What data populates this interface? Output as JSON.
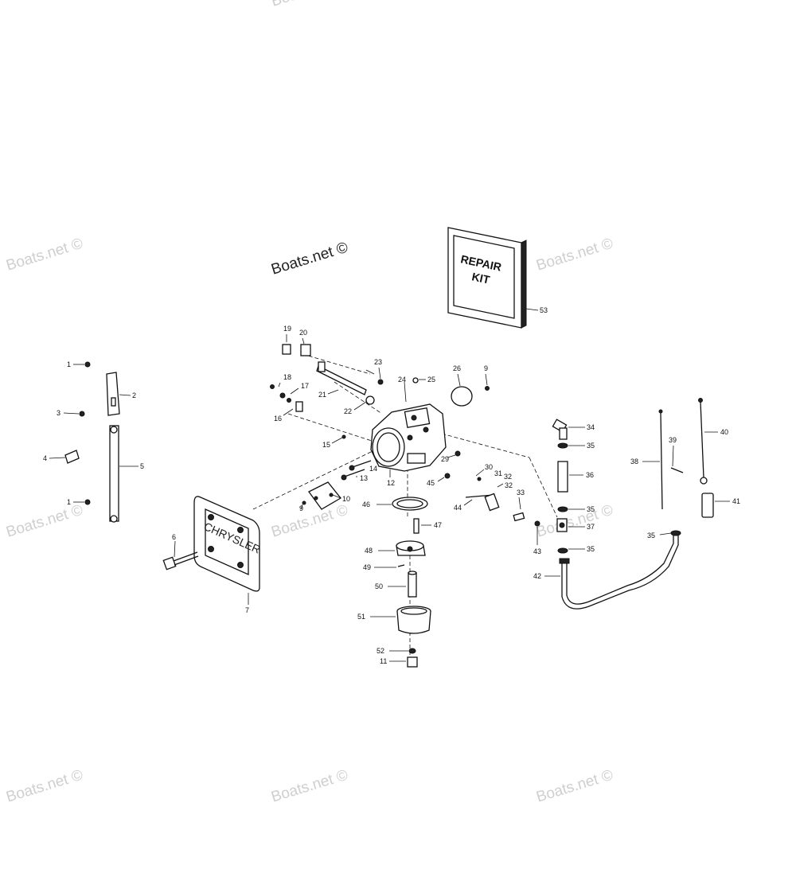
{
  "watermarks": {
    "w1": "Boats.net ©",
    "w2": "Boats.net ©",
    "w3": "Boats.net ©",
    "w4": "Boats.net ©",
    "w5": "Boats.net ©",
    "w6": "Boats.net ©",
    "w7": "Boats.net ©",
    "w8": "Boats.net ©",
    "w9": "Boats.net ©",
    "w10": "Boats.net ©"
  },
  "repair_kit": {
    "line1": "REPAIR",
    "line2": "KIT"
  },
  "brand_plate": "CHRYSLER",
  "callouts": {
    "c1a": "1",
    "c1b": "1",
    "c2": "2",
    "c3": "3",
    "c4": "4",
    "c5": "5",
    "c6": "6",
    "c7": "7",
    "c9a": "9",
    "c9b": "9",
    "c10": "10",
    "c11": "11",
    "c12": "12",
    "c13": "13",
    "c14": "14",
    "c15": "15",
    "c16": "16",
    "c17": "17",
    "c18": "18",
    "c19": "19",
    "c20": "20",
    "c21": "21",
    "c22": "22",
    "c23": "23",
    "c24": "24",
    "c25": "25",
    "c26": "26",
    "c29": "29",
    "c30": "30",
    "c31": "31",
    "c32a": "32",
    "c32b": "32",
    "c33": "33",
    "c34": "34",
    "c35a": "35",
    "c35b": "35",
    "c35c": "35",
    "c35d": "35",
    "c36": "36",
    "c37": "37",
    "c38": "38",
    "c39": "39",
    "c40": "40",
    "c41": "41",
    "c42": "42",
    "c43": "43",
    "c44": "44",
    "c45": "45",
    "c46": "46",
    "c47": "47",
    "c48": "48",
    "c49": "49",
    "c50": "50",
    "c51": "51",
    "c52": "52",
    "c53": "53"
  }
}
